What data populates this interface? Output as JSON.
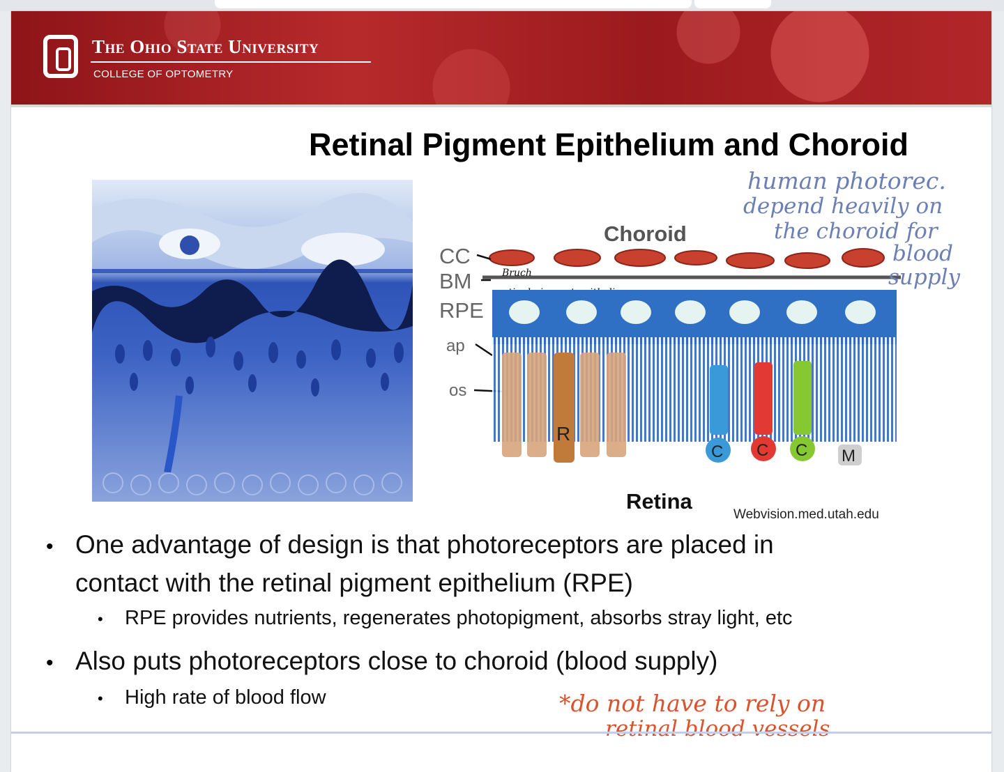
{
  "header": {
    "university": "The Ohio State University",
    "college": "COLLEGE OF OPTOMETRY"
  },
  "slide": {
    "title": "Retinal Pigment Epithelium and Choroid"
  },
  "diagram": {
    "choroid_label": "Choroid",
    "retina_label": "Retina",
    "source": "Webvision.med.utah.edu",
    "layer_labels": [
      "CC",
      "BM",
      "RPE",
      "ap",
      "os"
    ],
    "cell_labels": [
      "R",
      "C",
      "C",
      "C",
      "M"
    ],
    "handwritten_bm": "Bruch",
    "handwritten_rpe": "retinal pigment epithelium",
    "colors": {
      "rod": "#c07a3a",
      "cone_blue": "#3a9ad9",
      "cone_red": "#e23a32",
      "cone_green": "#86c832",
      "rpe": "#2f6fc4",
      "choroid_vessel": "#c8402e"
    }
  },
  "annotations": {
    "note_lines": [
      "human photorec.",
      "depend heavily on",
      "the choroid for",
      "blood",
      "supply"
    ],
    "bottom_note_lines": [
      "*do not have to rely on",
      "retinal blood vessels"
    ],
    "note_color": "#6b7fb5",
    "bottom_note_color": "#d9542c"
  },
  "bullets": [
    {
      "text": "One advantage of design is that photoreceptors are placed in contact with the retinal pigment epithelium (RPE)",
      "line1": "One advantage of design is that photoreceptors are placed in",
      "line2": "contact with the retinal pigment epithelium (RPE)",
      "sub": "RPE provides nutrients, regenerates photopigment, absorbs stray light, etc"
    },
    {
      "text": "Also puts photoreceptors close to choroid (blood supply)",
      "sub": "High rate of blood flow"
    }
  ]
}
